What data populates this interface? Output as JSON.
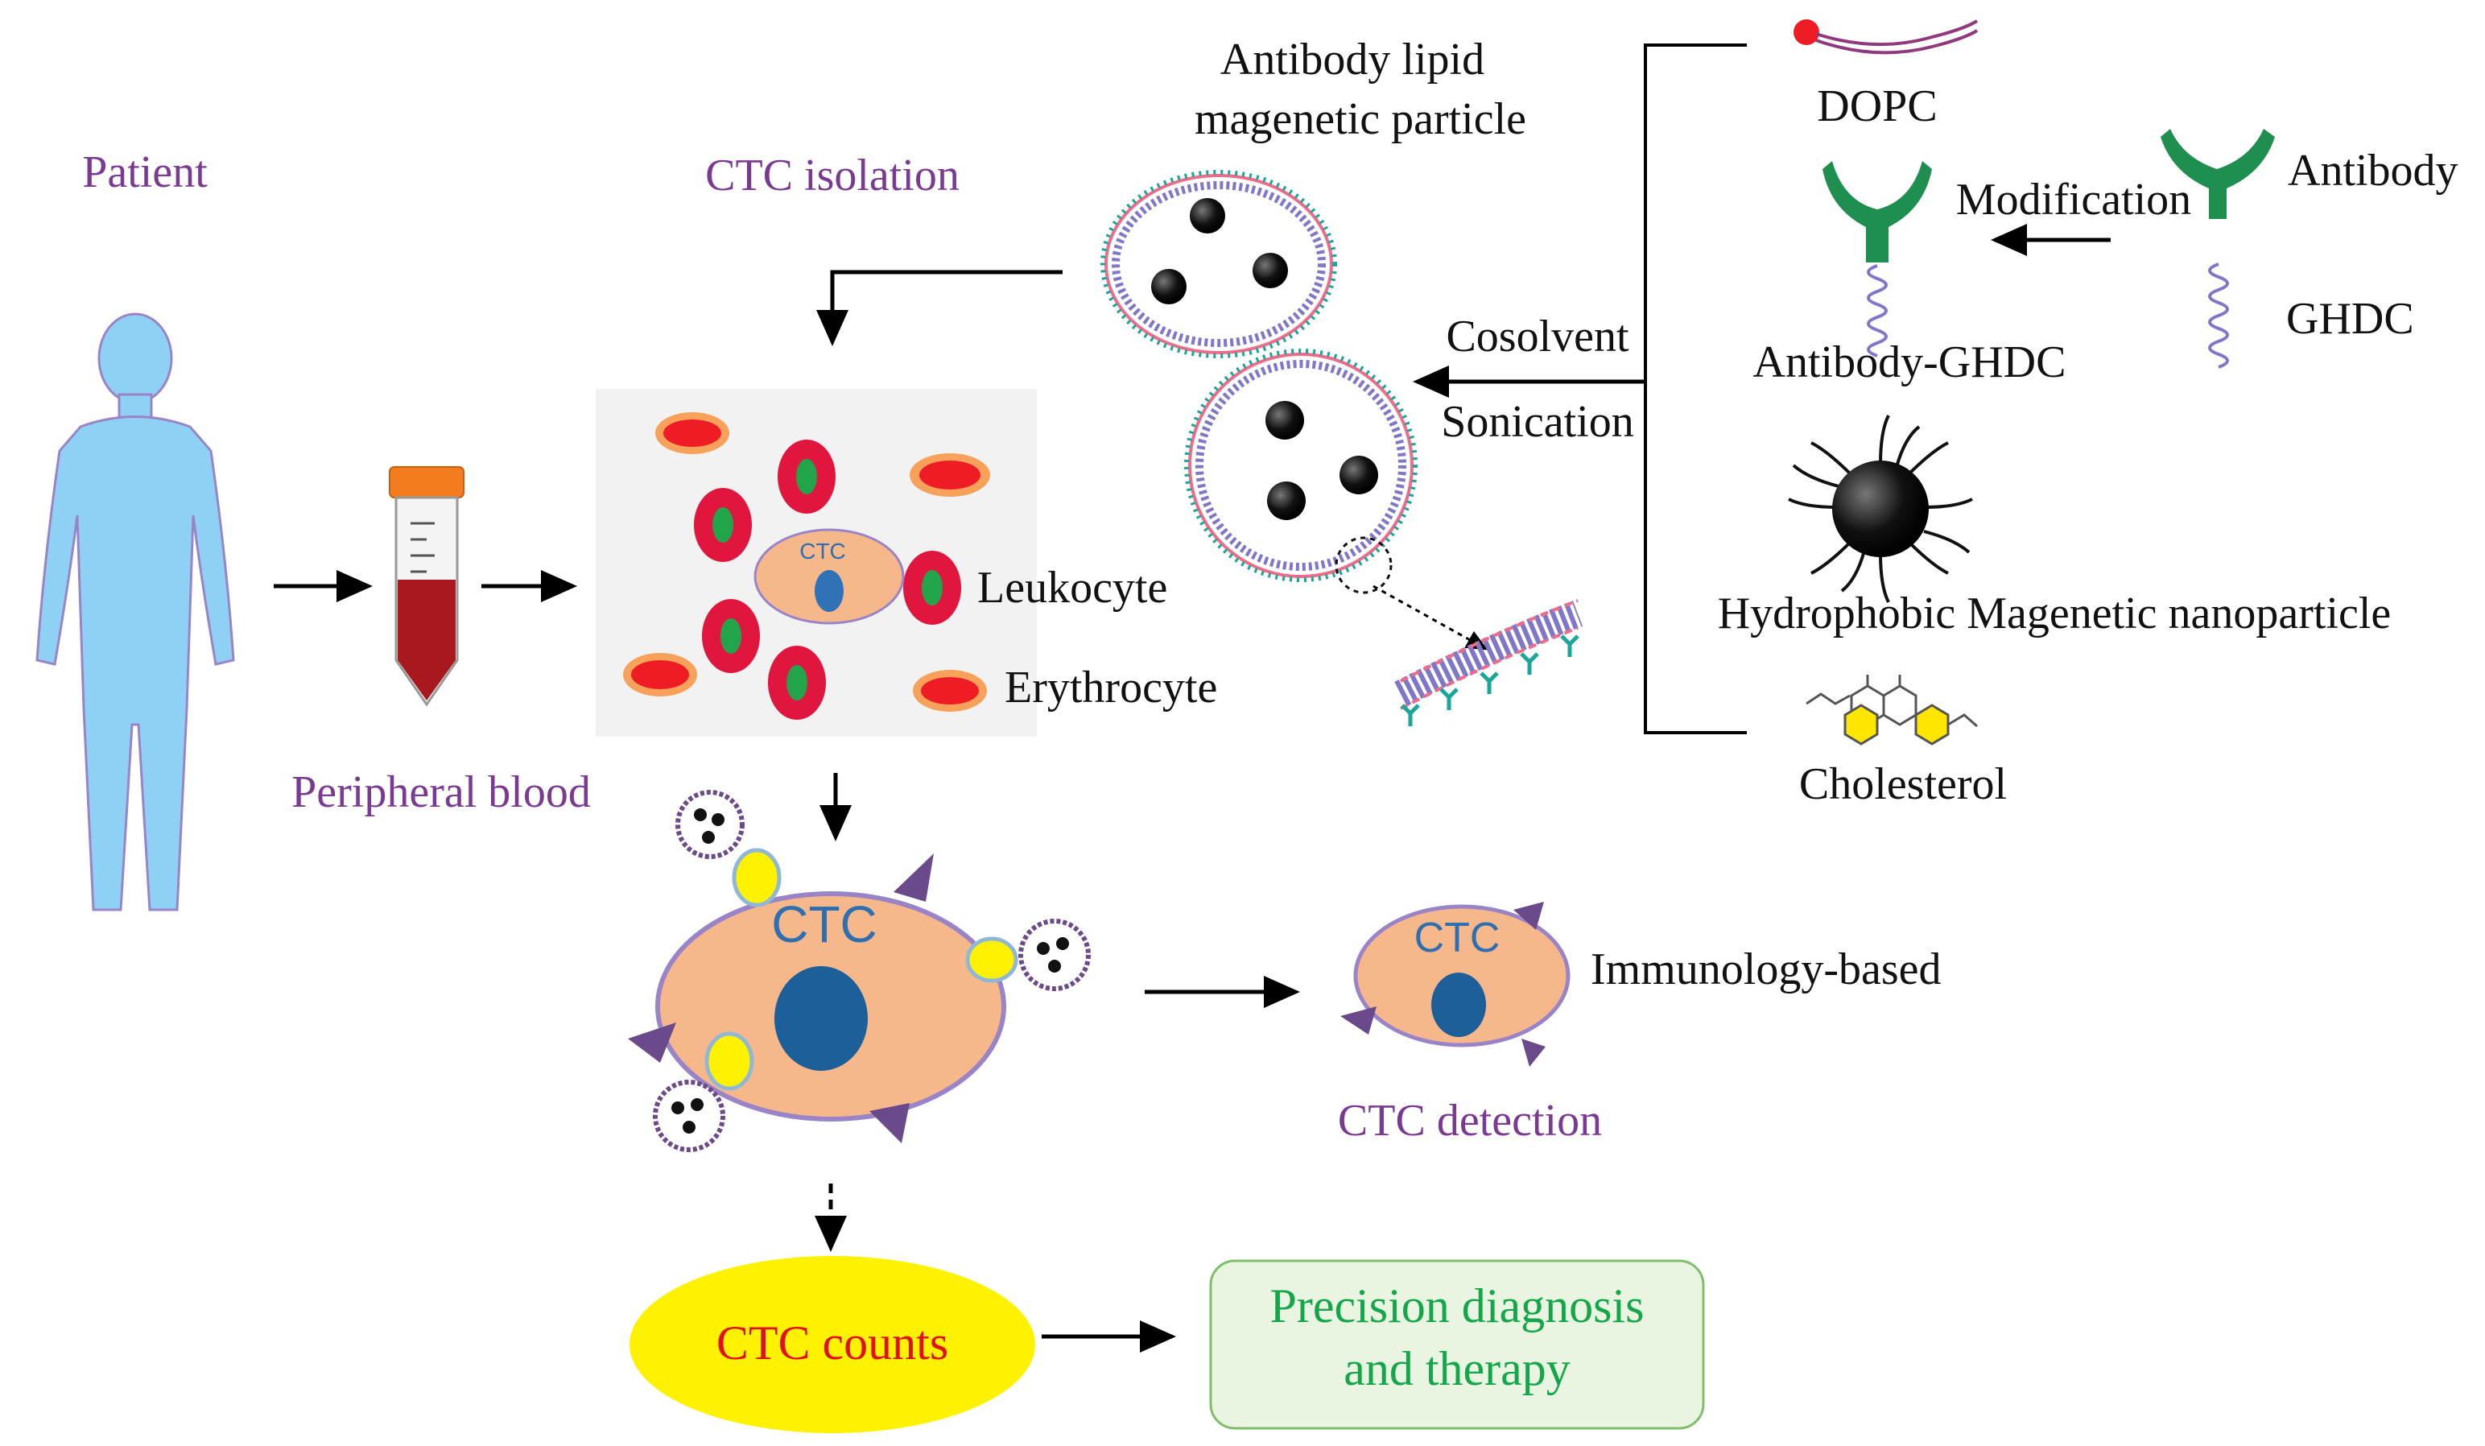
{
  "labels": {
    "patient": "Patient",
    "ctc_isolation": "CTC isolation",
    "peripheral_blood": "Peripheral blood",
    "antibody_lipid_line1": "Antibody lipid",
    "antibody_lipid_line2": "magenetic particle",
    "leukocyte": "Leukocyte",
    "erythrocyte": "Erythrocyte",
    "ctc_small": "CTC",
    "ctc_large": "CTC",
    "ctc_detect_cell": "CTC",
    "cosolvent": "Cosolvent",
    "sonication": "Sonication",
    "dopc": "DOPC",
    "modification": "Modification",
    "antibody": "Antibody",
    "ghdc": "GHDC",
    "antibody_ghdc": "Antibody-GHDC",
    "hydrophobic_np": "Hydrophobic Magenetic nanoparticle",
    "cholesterol": "Cholesterol",
    "immunology_based": "Immunology-based",
    "ctc_detection": "CTC detection",
    "ctc_counts": "CTC counts",
    "precision_line1": "Precision diagnosis",
    "precision_line2": "and therapy"
  },
  "colors": {
    "label_purple": "#7a3a92",
    "patient_body": "#8fd0f5",
    "ctc_cell": "#f6b88a",
    "ctc_nucleus": "#1c5f99",
    "leukocyte": "#e0163f",
    "leukocyte_nucleus": "#22a44a",
    "erythrocyte_outer": "#f7a15a",
    "erythrocyte_inner": "#ee1c24",
    "antibody_green": "#1e8f4e",
    "counts_fill": "#fff200",
    "counts_text": "#e0101e",
    "precision_text": "#13a64a",
    "precision_fill": "#e9f4e1"
  },
  "icons": [
    "human-silhouette-icon",
    "blood-tube-icon",
    "liposome-icon",
    "nanoparticle-icon",
    "antibody-icon",
    "dopc-lipid-icon",
    "cholesterol-molecule-icon",
    "ghdc-spring-icon"
  ]
}
